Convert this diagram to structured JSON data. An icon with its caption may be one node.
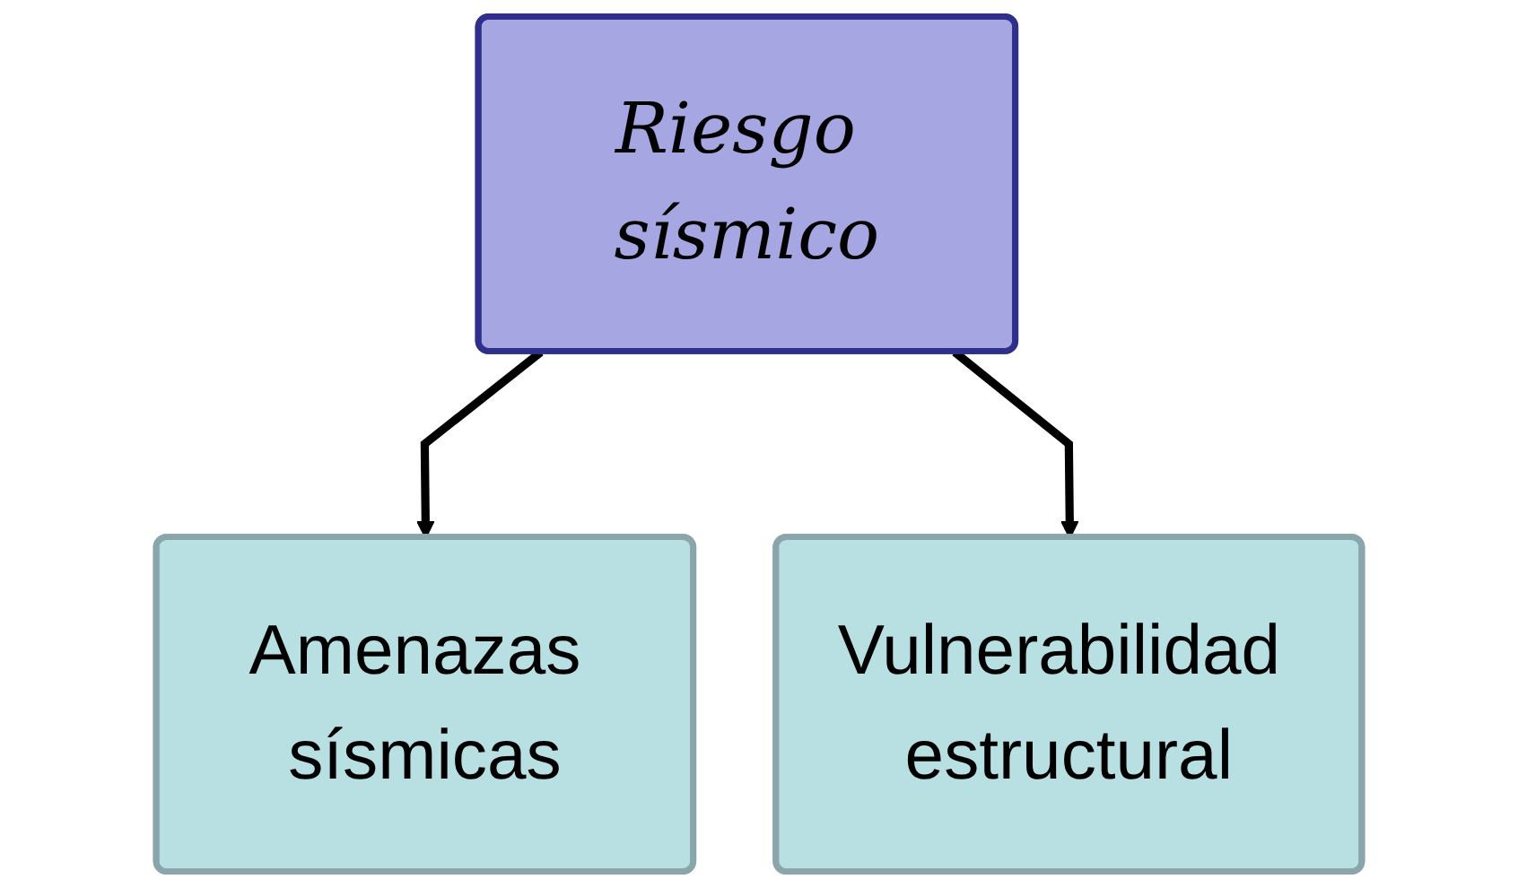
{
  "diagram": {
    "nodes": [
      {
        "text": [
          "Riesgo sísmico"
        ]
      },
      {
        "text": [
          "Amenazas sísmicas"
        ]
      },
      {
        "text": [
          "Vulnerabilidad estructural"
        ]
      }
    ],
    "edges": [
      {
        "from": 0,
        "to": 1,
        "arrow": "to"
      },
      {
        "from": 0,
        "to": 2,
        "arrow": "to"
      }
    ]
  }
}
